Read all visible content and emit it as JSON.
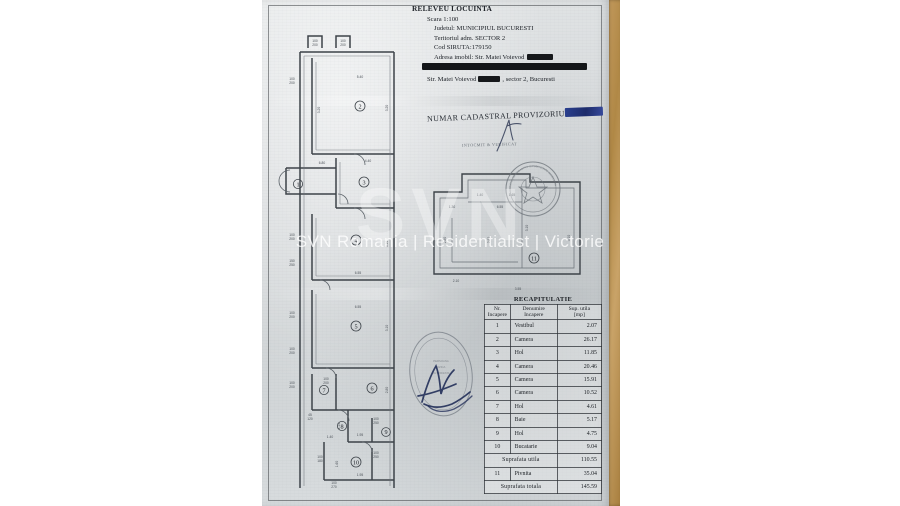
{
  "document": {
    "title": "RELEVEU LOCUINTA",
    "scale": "Scara 1:100",
    "county_label": "Judetul: MUNICIPIUL BUCURESTI",
    "territory_label": "Teritoriul adm. SECTOR 2",
    "siruta_label": "Cod SIRUTA:179150",
    "address_label": "Adresa imobil: Str. Matei Voievod",
    "address_line": "Str. Matei Voievod",
    "address_suffix": ", sector 2, Bucuresti",
    "cadastral_label": "NUMAR CADASTRAL PROVIZORIU",
    "cadastral_sub": "INTOCMIT & VERIFICAT"
  },
  "watermark": {
    "big": "SVN",
    "line": "SVN Romania | Residentialist | Victorie"
  },
  "recap": {
    "caption": "RECAPITULATIE",
    "headers": [
      "Nr. Incapere",
      "Denumire Incapere",
      "Sup. utila [mp]"
    ],
    "header_nr_l1": "Nr.",
    "header_nr_l2": "Incapere",
    "header_den_l1": "Denumire",
    "header_den_l2": "Incapere",
    "header_sup_l1": "Sup. utila",
    "header_sup_l2": "[mp]",
    "rows": [
      {
        "nr": "1",
        "name": "Vestibul",
        "area": "2.07"
      },
      {
        "nr": "2",
        "name": "Camera",
        "area": "26.17"
      },
      {
        "nr": "3",
        "name": "Hol",
        "area": "11.85"
      },
      {
        "nr": "4",
        "name": "Camera",
        "area": "20.46"
      },
      {
        "nr": "5",
        "name": "Camera",
        "area": "15.91"
      },
      {
        "nr": "6",
        "name": "Camera",
        "area": "10.52"
      },
      {
        "nr": "7",
        "name": "Hol",
        "area": "4.61"
      },
      {
        "nr": "8",
        "name": "Baie",
        "area": "5.17"
      },
      {
        "nr": "9",
        "name": "Hol",
        "area": "4.75"
      },
      {
        "nr": "10",
        "name": "Bucatarie",
        "area": "9.04"
      }
    ],
    "subtotal_label": "Suprafata utila",
    "subtotal_value": "110.55",
    "extra_row": {
      "nr": "11",
      "name": "Pivnita",
      "area": "35.04"
    },
    "total_label": "Suprafata totala",
    "total_value": "145.59"
  },
  "plan": {
    "room_markers": [
      "1",
      "2",
      "3",
      "4",
      "5",
      "6",
      "7",
      "8",
      "9",
      "10"
    ],
    "basement_marker": "11",
    "wall_dims": [
      "100/200",
      "150/250",
      "90/210",
      "45/120",
      "100/270",
      "100/180",
      "80/210",
      "120/250"
    ],
    "run_dims": [
      "5.40",
      "4.40",
      "6.80",
      "6.55",
      "1.40",
      "1.65",
      "3.55",
      "1.95",
      "2.10",
      "3.20"
    ]
  },
  "stamps": {
    "round_stamp_present": true,
    "oval_stamp_present": true,
    "signature_present": true
  },
  "colors": {
    "paper": "#d8dbdd",
    "ink": "#20242a",
    "redaction": "#16181b",
    "redaction_blue": "#24357c",
    "wood": "#b08846",
    "stamp_ink": "#5a5f66",
    "signature_ink": "#1e2a55"
  }
}
